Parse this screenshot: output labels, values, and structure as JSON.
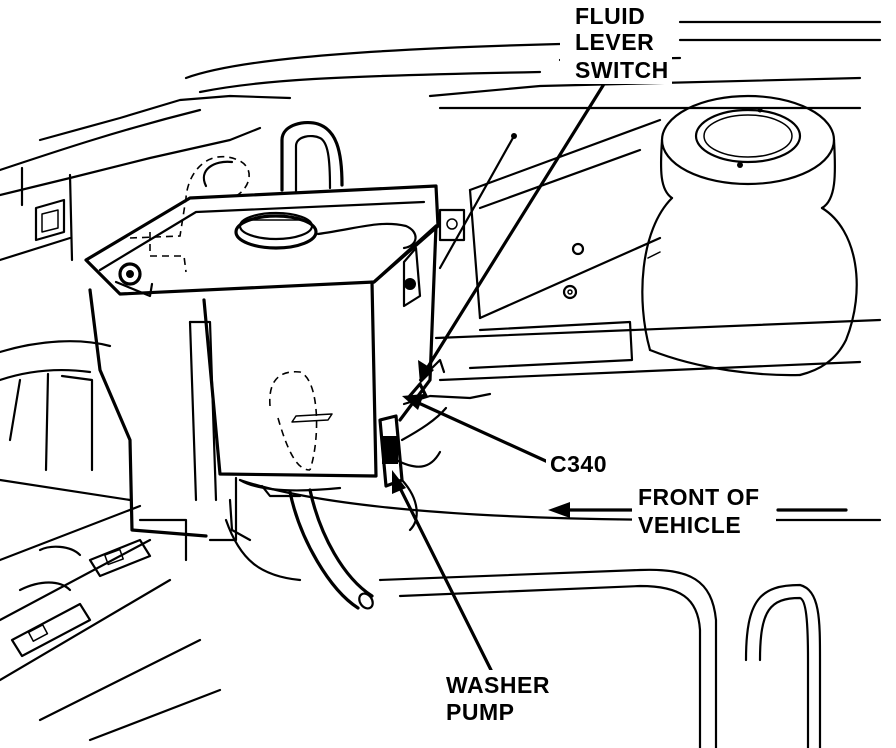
{
  "diagram": {
    "callouts": {
      "fluid_level_switch": [
        "FLUID",
        "LEVER",
        "SWITCH"
      ],
      "connector": "C340",
      "front_of_vehicle": [
        "FRONT OF",
        "VEHICLE"
      ],
      "washer_pump": [
        "WASHER",
        "PUMP"
      ]
    },
    "colors": {
      "ink": "#000000",
      "paper": "#ffffff"
    }
  }
}
